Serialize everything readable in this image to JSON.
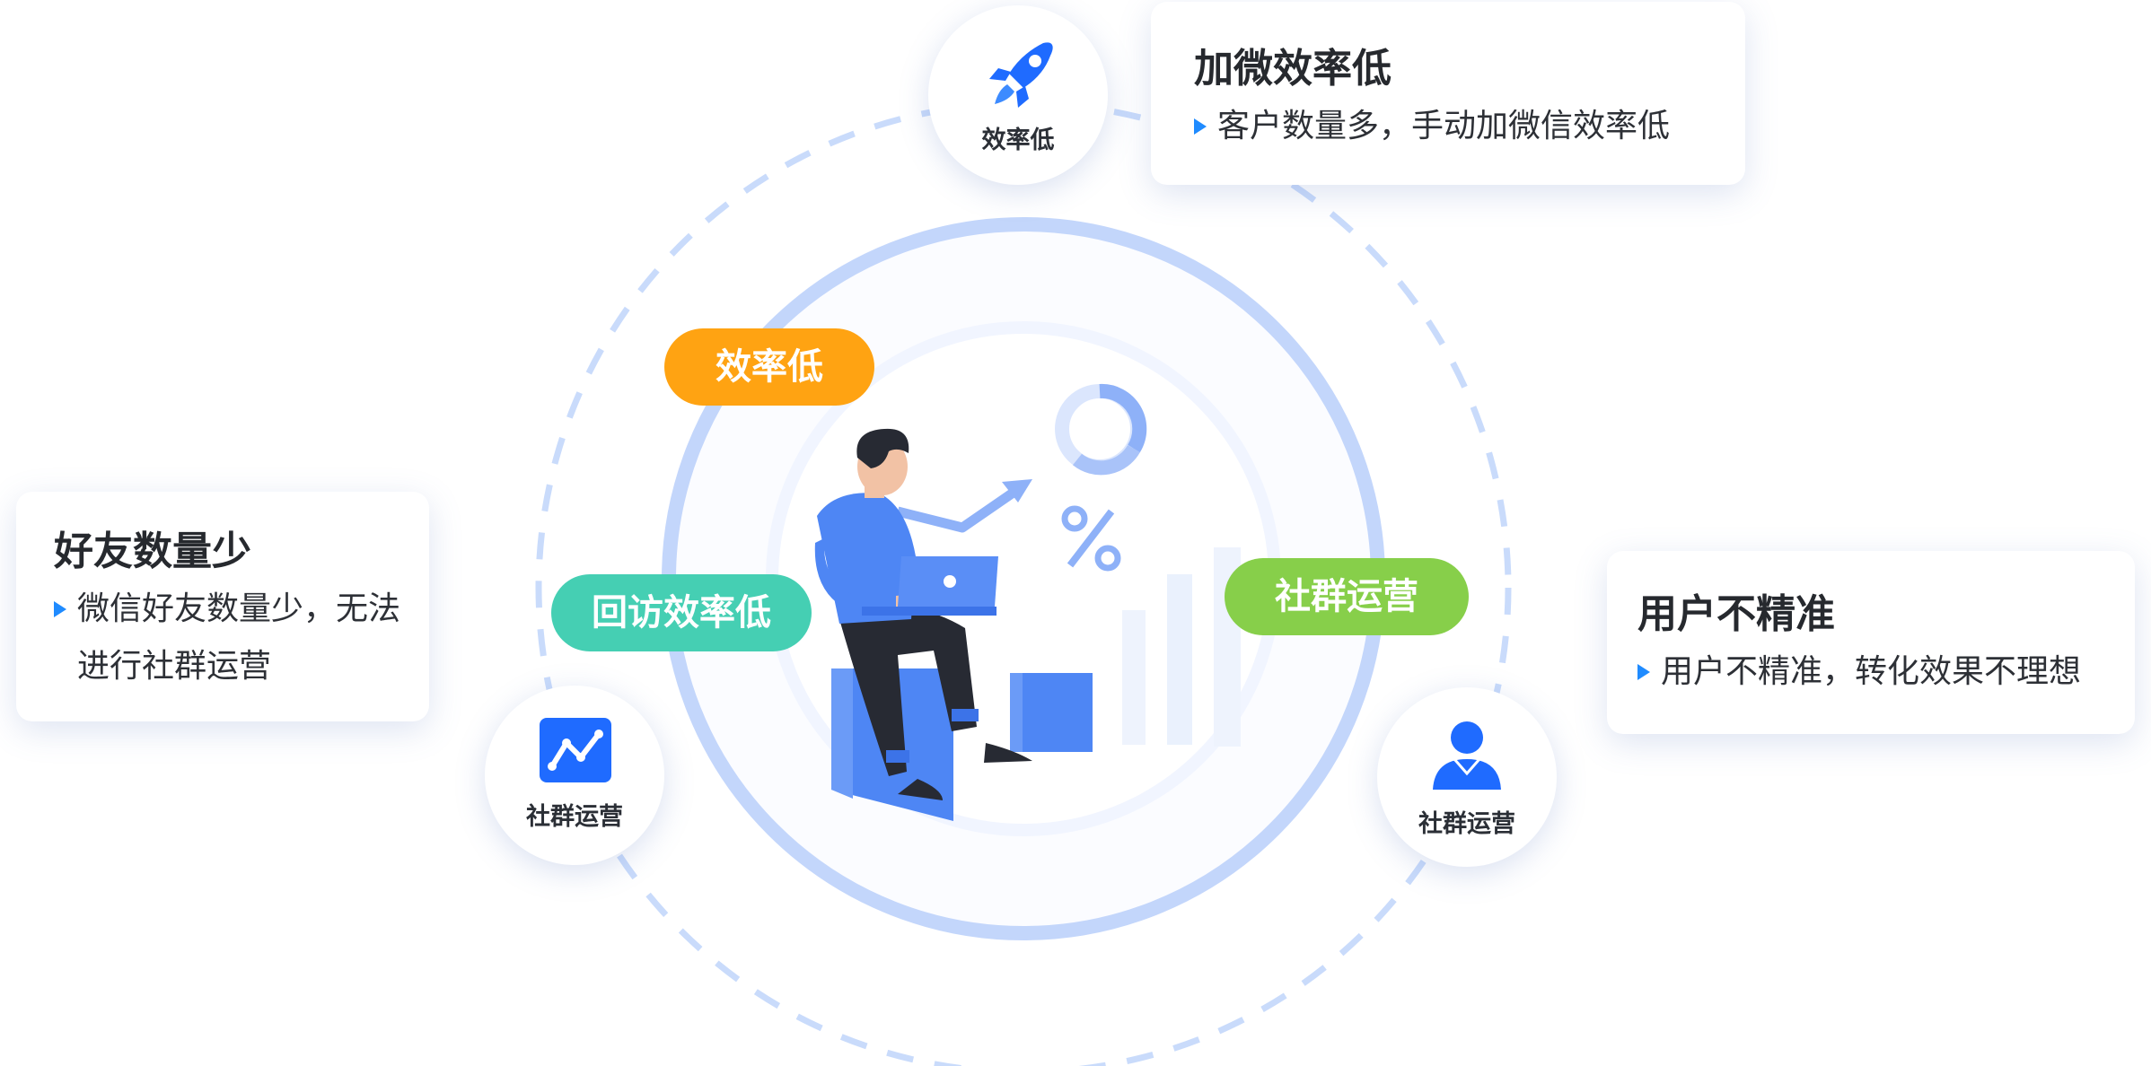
{
  "cards": {
    "top": {
      "title": "加微效率低",
      "lines": [
        "客户数量多，手动加微信效率低"
      ]
    },
    "left": {
      "title": "好友数量少",
      "lines": [
        "微信好友数量少，无法",
        "进行社群运营"
      ]
    },
    "right": {
      "title": "用户不精准",
      "lines": [
        "用户不精准，转化效果不理想"
      ]
    }
  },
  "badges": {
    "top": {
      "label": "效率低",
      "icon": "rocket-icon"
    },
    "left": {
      "label": "社群运营",
      "icon": "line-chart-icon"
    },
    "right": {
      "label": "社群运营",
      "icon": "user-icon"
    }
  },
  "pills": {
    "efficiency": {
      "label": "效率低",
      "color": "#ffa312"
    },
    "revisit": {
      "label": "回访效率低",
      "color": "#45cfb3"
    },
    "community": {
      "label": "社群运营",
      "color": "#87cf4a"
    }
  },
  "illustration": {
    "percent_symbol": "%",
    "icons": [
      "person-with-laptop-illustration",
      "donut-chart-icon",
      "trend-arrow-icon",
      "percent-icon",
      "bar-chart-icon"
    ]
  },
  "colors": {
    "accent_blue": "#1f8bff",
    "ring_blue": "#c3d6fb",
    "dash_blue": "#c9dbfb"
  }
}
